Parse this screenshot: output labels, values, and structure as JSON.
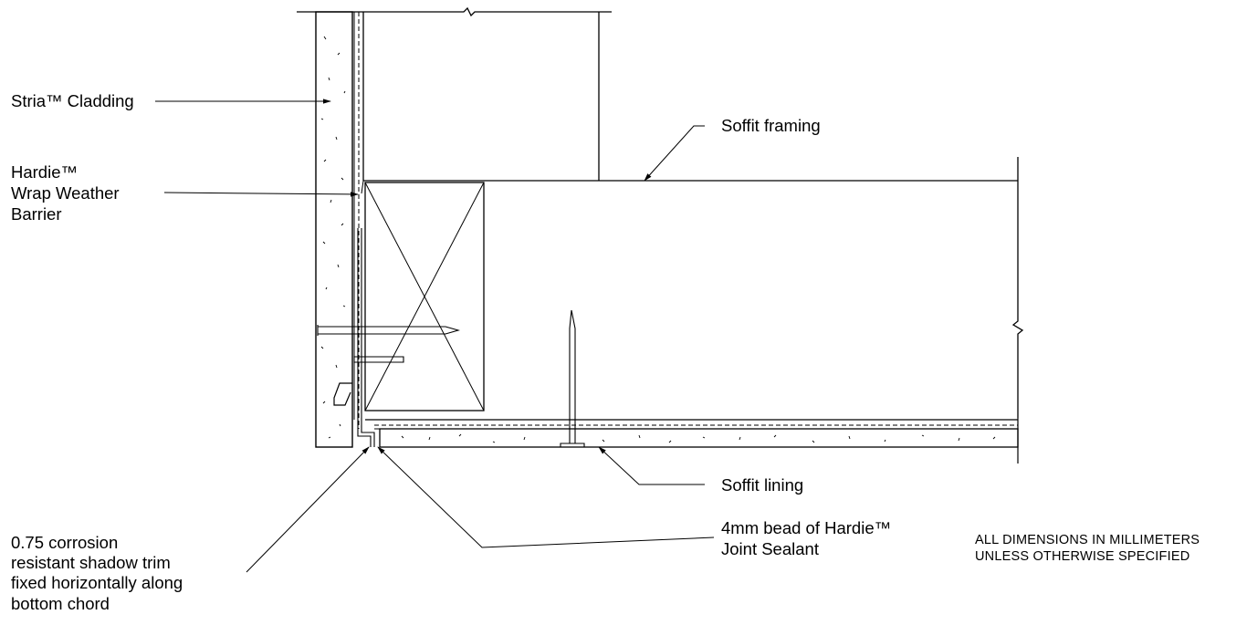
{
  "labels": {
    "cladding": "Stria™ Cladding",
    "barrier": [
      "Hardie™",
      "Wrap Weather",
      "Barrier"
    ],
    "soffit_framing": "Soffit framing",
    "soffit_lining": "Soffit lining",
    "sealant": [
      "4mm bead of Hardie™",
      "Joint Sealant"
    ],
    "trim": [
      "0.75 corrosion",
      "resistant shadow trim",
      "fixed horizontally along",
      "bottom chord"
    ]
  },
  "note": [
    "ALL DIMENSIONS IN MILLIMETERS",
    "UNLESS OTHERWISE SPECIFIED"
  ]
}
